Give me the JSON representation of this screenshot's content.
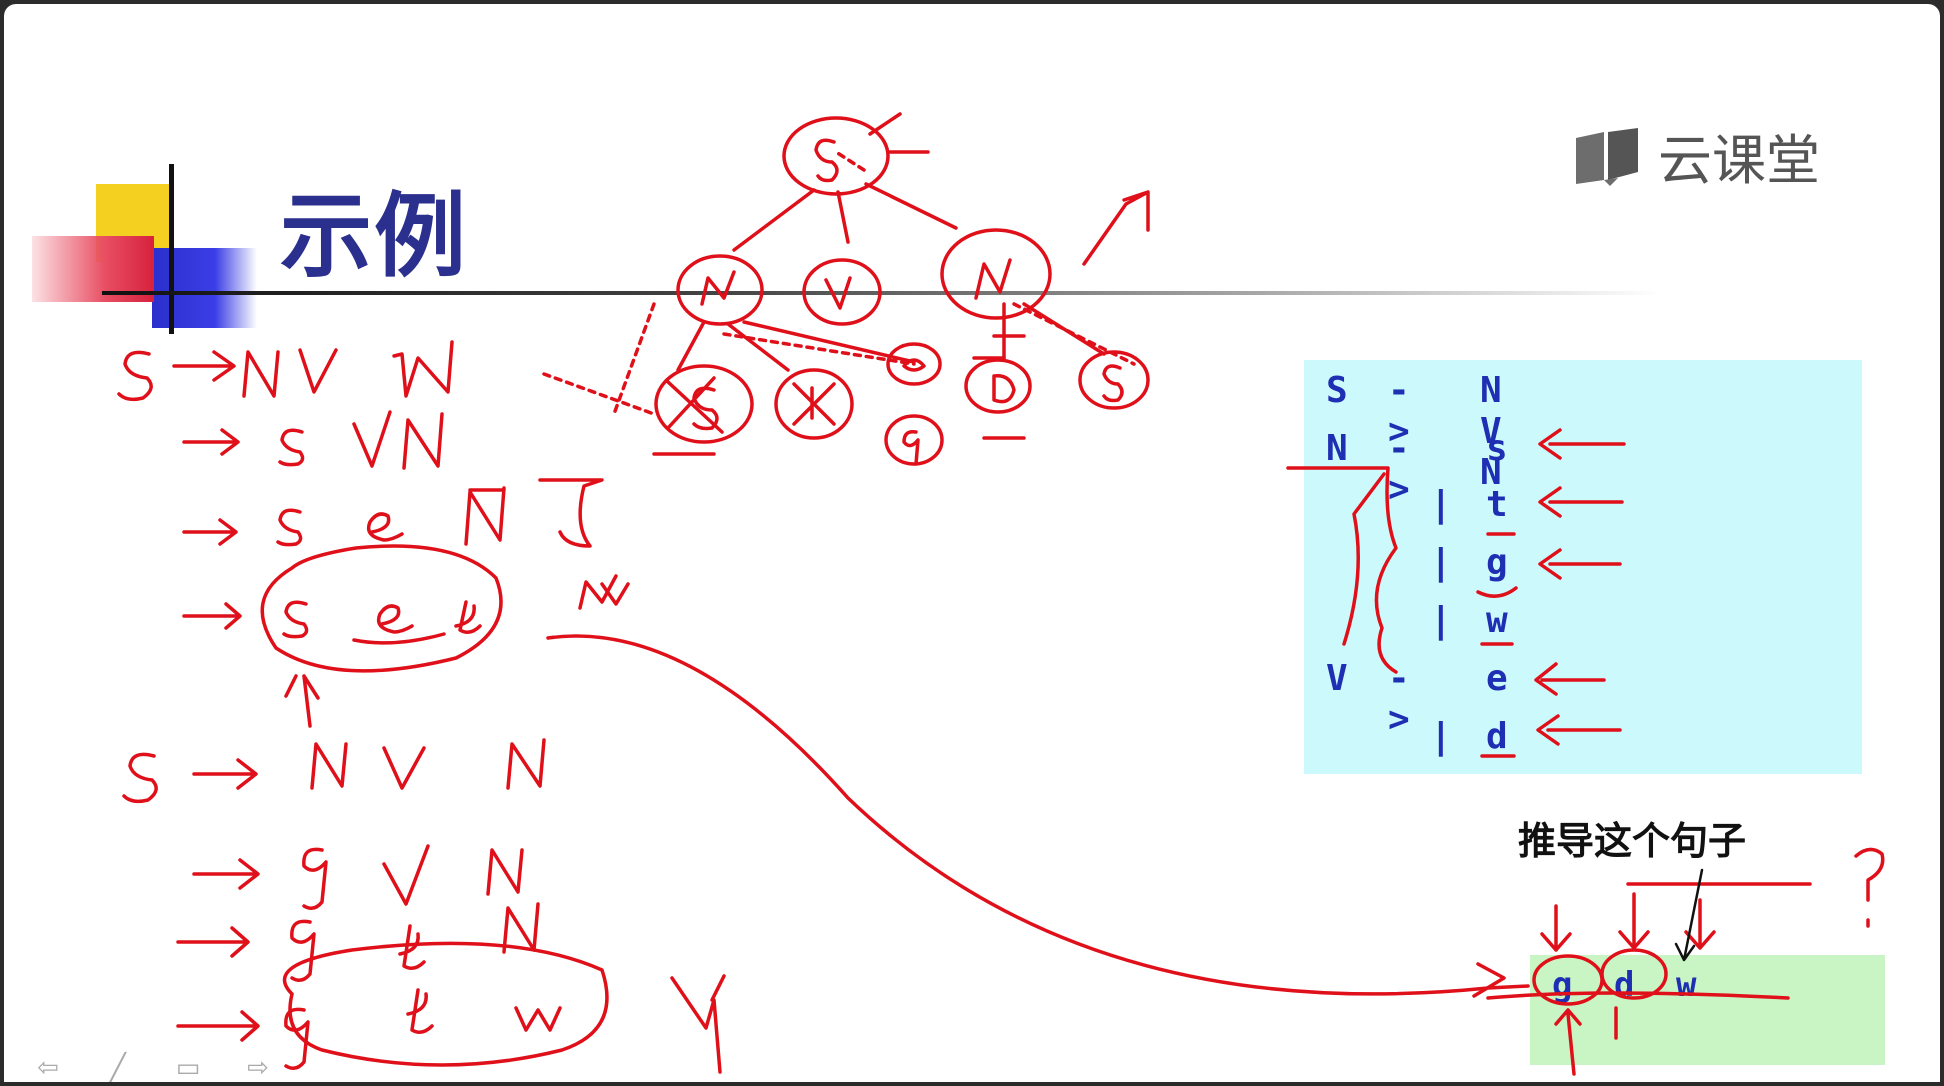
{
  "slide": {
    "title": "示例",
    "logo_text": "云课堂",
    "caption": "推导这个句子"
  },
  "grammar": {
    "rows": [
      {
        "lhs": "S",
        "arrow": "->",
        "rhs": "N V N"
      },
      {
        "lhs": "N",
        "arrow": "->",
        "rhs": "s"
      },
      {
        "lhs": "",
        "arrow": "|",
        "rhs": "t"
      },
      {
        "lhs": "",
        "arrow": "|",
        "rhs": "g"
      },
      {
        "lhs": "",
        "arrow": "|",
        "rhs": "w"
      },
      {
        "lhs": "V",
        "arrow": "->",
        "rhs": "e"
      },
      {
        "lhs": "",
        "arrow": "|",
        "rhs": "d"
      }
    ]
  },
  "sentence": {
    "words": [
      "g",
      "d",
      "w"
    ]
  },
  "nav": {
    "prev_icon": "arrow-left-icon",
    "pen_icon": "pen-icon",
    "menu_icon": "menu-icon",
    "next_icon": "arrow-right-icon"
  },
  "colors": {
    "title": "#2b2f8e",
    "grammar_text": "#1f2fb3",
    "grammar_bg": "#ccfafc",
    "sentence_bg": "#c9f5c4",
    "ink": "#e0101a"
  }
}
